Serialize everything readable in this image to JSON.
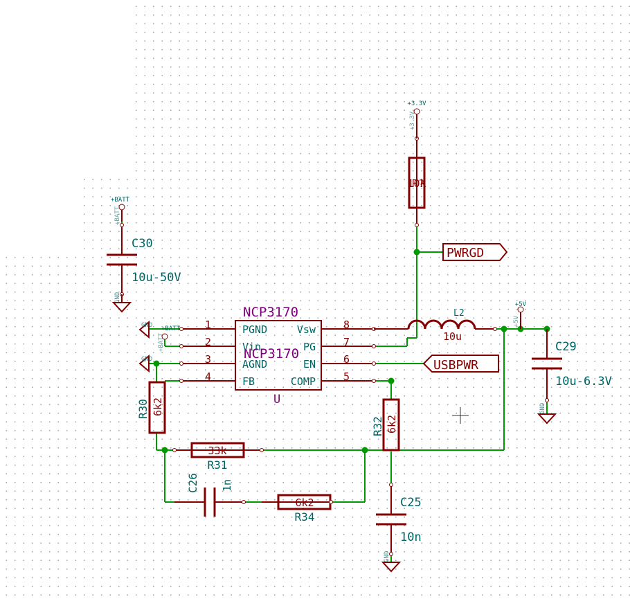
{
  "ic": {
    "ref": "NCP3170",
    "value": "NCP3170",
    "unit": "U",
    "pins_left": [
      {
        "num": "1",
        "name": "PGND"
      },
      {
        "num": "2",
        "name": "Vin"
      },
      {
        "num": "3",
        "name": "AGND"
      },
      {
        "num": "4",
        "name": "FB"
      }
    ],
    "pins_right": [
      {
        "num": "8",
        "name": "Vsw"
      },
      {
        "num": "7",
        "name": "PG"
      },
      {
        "num": "6",
        "name": "EN"
      },
      {
        "num": "5",
        "name": "COMP"
      }
    ]
  },
  "components": {
    "r_pullup": {
      "value": "10k",
      "overlap": "R?"
    },
    "c30": {
      "ref": "C30",
      "value": "10u-50V"
    },
    "c29": {
      "ref": "C29",
      "value": "10u-6.3V"
    },
    "l2": {
      "ref": "L2",
      "value": "10u"
    },
    "r30": {
      "ref": "R30",
      "value": "6k2"
    },
    "r31": {
      "ref": "R31",
      "value": "33k"
    },
    "r32": {
      "ref": "R32",
      "value": "6k2"
    },
    "r34": {
      "ref": "R34",
      "value": "6k2"
    },
    "c26": {
      "ref": "C26",
      "value": "1n"
    },
    "c25": {
      "ref": "C25",
      "value": "10n"
    }
  },
  "labels": {
    "pwrgd": "PWRGD",
    "usbpwr": "USBPWR"
  },
  "power": {
    "v33": "+3.3V",
    "v33_vert": "+3.3V",
    "batt": "+BATT",
    "batt_vert": "+BATT",
    "batt_ic": "+BATT",
    "batt_ic_vert": "+BATT",
    "v5": "+5V",
    "v5_vert": "+5V",
    "gnd": "GND"
  }
}
